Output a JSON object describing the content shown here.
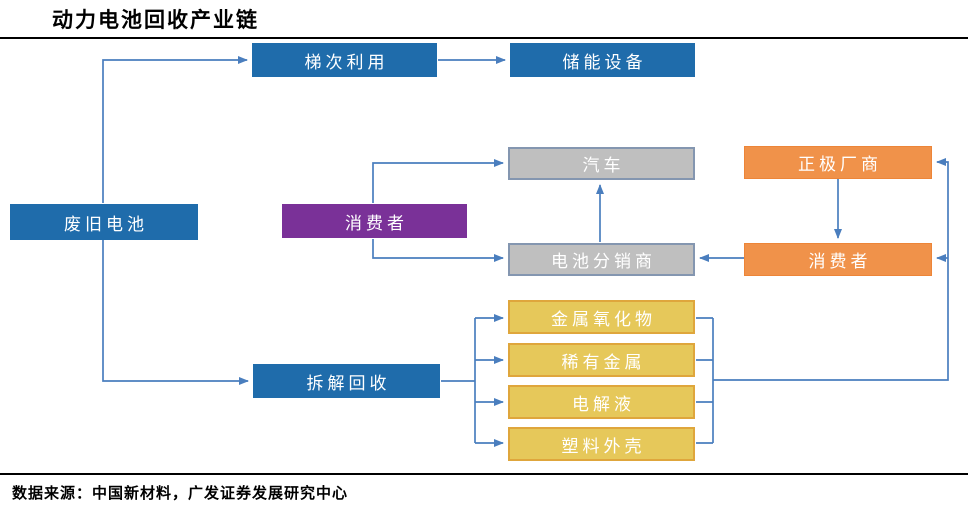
{
  "title": "动力电池回收产业链",
  "source": "数据来源：中国新材料，广发证券发展研究中心",
  "colors": {
    "blue_node": "#1F6CAB",
    "purple_node": "#7A3198",
    "orange_node": "#F0924A",
    "yellow_node_fill": "#E6C85A",
    "yellow_node_border": "#DFA63C",
    "gray_node_fill": "#BFBFBF",
    "gray_node_border": "#8496B0",
    "connector_line": "#4A7EBE",
    "rule_line": "#000000",
    "node_text": "#FFFFFF"
  },
  "nodes": {
    "waste_battery": {
      "label": "废旧电池"
    },
    "echelon_use": {
      "label": "梯次利用"
    },
    "energy_storage": {
      "label": "储能设备"
    },
    "automobile": {
      "label": "汽车"
    },
    "consumer_mid": {
      "label": "消费者"
    },
    "battery_distributor": {
      "label": "电池分销商"
    },
    "cathode_manufacturer": {
      "label": "正极厂商"
    },
    "consumer_right": {
      "label": "消费者"
    },
    "dismantle_recycle": {
      "label": "拆解回收"
    },
    "metal_oxide": {
      "label": "金属氧化物"
    },
    "rare_metal": {
      "label": "稀有金属"
    },
    "electrolyte": {
      "label": "电解液"
    },
    "plastic_shell": {
      "label": "塑料外壳"
    }
  },
  "edges": [
    {
      "from": "废旧电池",
      "to": "梯次利用"
    },
    {
      "from": "梯次利用",
      "to": "储能设备"
    },
    {
      "from": "废旧电池",
      "to": "拆解回收"
    },
    {
      "from": "拆解回收",
      "to": "金属氧化物"
    },
    {
      "from": "拆解回收",
      "to": "稀有金属"
    },
    {
      "from": "拆解回收",
      "to": "电解液"
    },
    {
      "from": "拆解回收",
      "to": "塑料外壳"
    },
    {
      "from": "金属氧化物/稀有金属/电解液/塑料外壳",
      "to": "正极厂商"
    },
    {
      "from": "金属氧化物/稀有金属/电解液/塑料外壳",
      "to": "消费者(右)"
    },
    {
      "from": "正极厂商",
      "to": "消费者(右)"
    },
    {
      "from": "消费者(右)",
      "to": "电池分销商"
    },
    {
      "from": "电池分销商",
      "to": "汽车"
    },
    {
      "from": "消费者(中)",
      "to": "汽车"
    },
    {
      "from": "消费者(中)",
      "to": "电池分销商"
    }
  ]
}
